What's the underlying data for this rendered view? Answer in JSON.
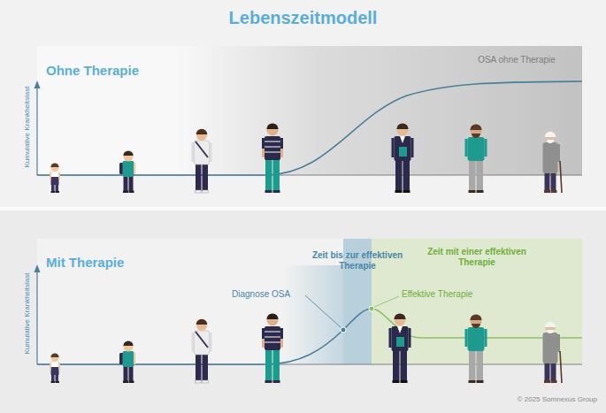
{
  "diagram": {
    "title": "Lebenszeitmodell",
    "nodes": [
      {
        "text": [
          "Ohne Therapie"
        ]
      },
      {
        "text": [
          "OSA ohne Therapie"
        ],
        "in": 0
      },
      {
        "text": [
          "Mit Therapie"
        ]
      },
      {
        "text": [
          "Zeit mit einer effektiven Therapie"
        ],
        "in": 2
      }
    ],
    "labels": [
      "Kumulative Krankheitslast",
      "Zeit bis zur effektiven Therapie",
      "Diagnose OSA",
      "Effektive Therapie",
      "Kumulative Krankheitslast",
      "© 2025 Somnexus Group"
    ]
  }
}
